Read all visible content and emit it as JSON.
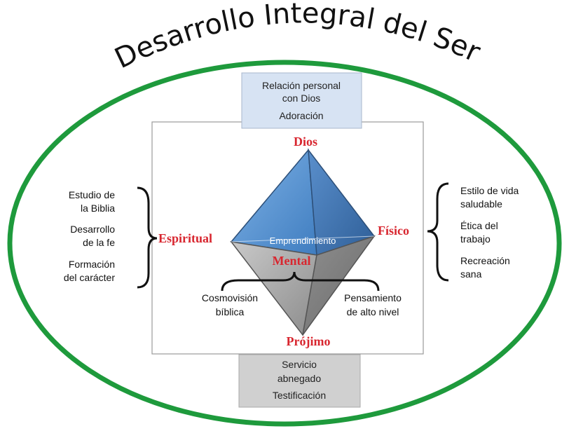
{
  "title": "Desarrollo Integral del Ser",
  "top_box": {
    "lines": [
      "Relación personal",
      "con Dios",
      "Adoración"
    ]
  },
  "bottom_box": {
    "lines": [
      "Servicio",
      "abnegado",
      "Testificación"
    ]
  },
  "vertices": {
    "top": "Dios",
    "left": "Espiritual",
    "right": "Físico",
    "center": "Mental",
    "bottom": "Prójimo"
  },
  "center_band": "Emprendimiento",
  "left_notes": {
    "lines": [
      "Estudio de",
      "la Biblia",
      "Desarrollo",
      "de la fe",
      "Formación",
      "del carácter"
    ]
  },
  "right_notes": {
    "lines": [
      "Estilo de vida",
      "saludable",
      "Ética del",
      "trabajo",
      "Recreación",
      "sana"
    ]
  },
  "mental_notes": {
    "left": [
      "Cosmovisión",
      "bíblica"
    ],
    "right": [
      "Pensamiento",
      "de alto nivel"
    ]
  },
  "colors": {
    "ellipse": "#1e9a3c",
    "upper_pyramid": "#4a86c8",
    "lower_pyramid": "#9a9a9a",
    "top_box": "#d7e3f3",
    "bottom_box": "#d0d0d0",
    "red_text": "#d8262f"
  }
}
